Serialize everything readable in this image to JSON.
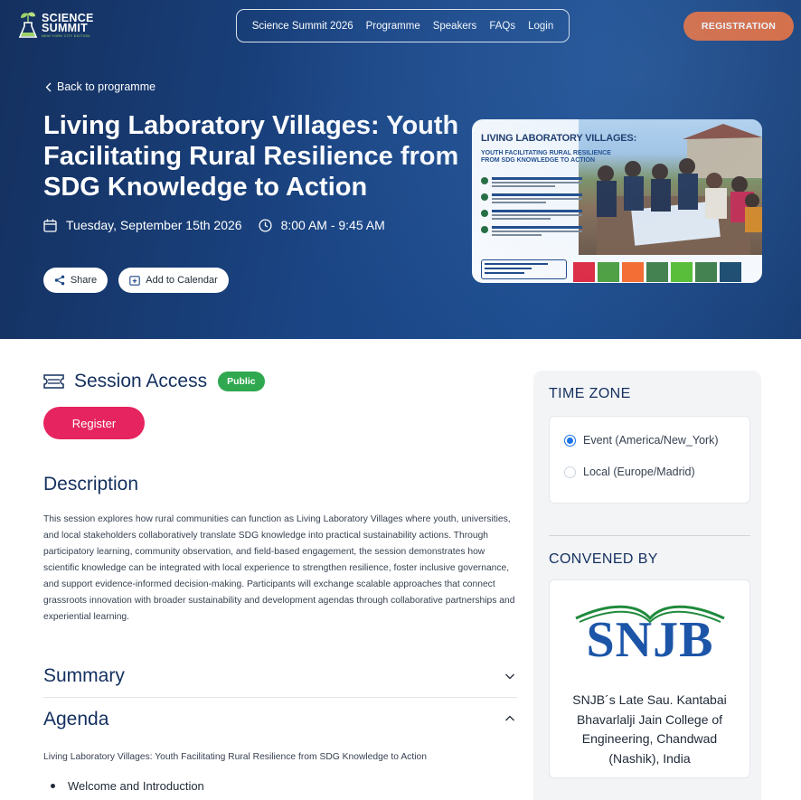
{
  "header": {
    "logo_line1": "SCIENCE",
    "logo_line2": "SUMMIT",
    "logo_sub": "NEW YORK CITY EDITION",
    "nav": [
      "Science Summit 2026",
      "Programme",
      "Speakers",
      "FAQs",
      "Login"
    ],
    "registration_label": "REGISTRATION"
  },
  "hero": {
    "back_label": "Back to programme",
    "title": "Living Laboratory Villages: Youth Facilitating Rural Resilience from SDG Knowledge to Action",
    "date": "Tuesday, September 15th 2026",
    "time": "8:00 AM - 9:45 AM",
    "share_label": "Share",
    "calendar_label": "Add to Calendar",
    "poster": {
      "title": "LIVING LABORATORY VILLAGES:",
      "subtitle": "YOUTH FACILITATING RURAL RESILIENCE FROM SDG KNOWLEDGE TO ACTION"
    }
  },
  "session": {
    "access_title": "Session Access",
    "access_badge": "Public",
    "register_label": "Register"
  },
  "description": {
    "heading": "Description",
    "text": "This session explores how rural communities can function as Living Laboratory Villages where youth, universities, and local stakeholders collaboratively translate SDG knowledge into practical sustainability actions. Through participatory learning, community observation, and field-based engagement, the session demonstrates how scientific knowledge can be integrated with local experience to strengthen resilience, foster inclusive governance, and support evidence-informed decision-making. Participants will exchange scalable approaches that connect grassroots innovation with broader sustainability and development agendas through collaborative partnerships and experiential learning."
  },
  "summary": {
    "heading": "Summary"
  },
  "agenda": {
    "heading": "Agenda",
    "subtitle": "Living Laboratory Villages: Youth Facilitating Rural Resilience from SDG Knowledge to Action",
    "items": [
      "Welcome and Introduction"
    ]
  },
  "sidebar": {
    "timezone_heading": "TIME ZONE",
    "timezone_options": [
      {
        "label": "Event (America/New_York)",
        "selected": true
      },
      {
        "label": "Local (Europe/Madrid)",
        "selected": false
      }
    ],
    "convened_heading": "CONVENED BY",
    "convener_logo_text": "SNJB",
    "convener_name": "SNJB´s Late Sau. Kantabai Bhavarlalji Jain College of Engineering, Chandwad (Nashik), India"
  },
  "colors": {
    "hero_bg": "#1b4686",
    "registration": "#e06a3a",
    "register": "#e6245f",
    "public_badge": "#2fa84f",
    "heading": "#14305f",
    "radio": "#1a73e8"
  }
}
